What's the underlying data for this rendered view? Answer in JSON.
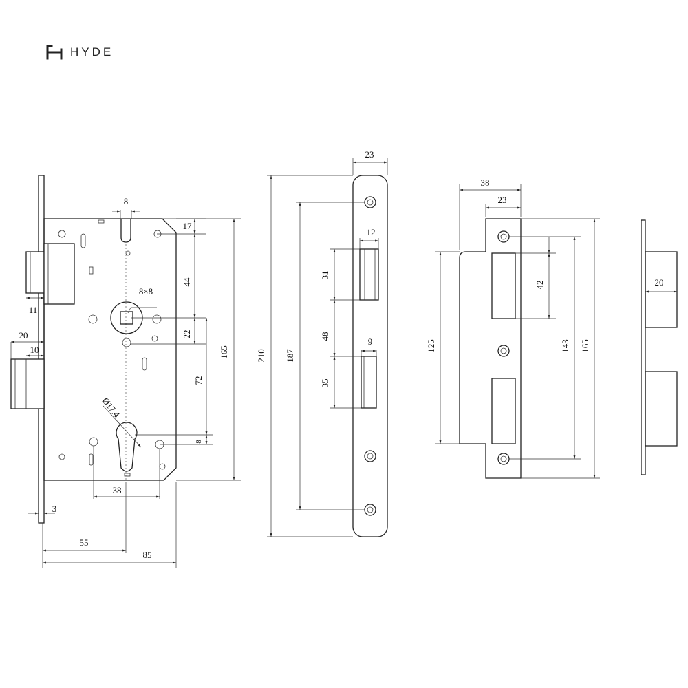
{
  "brand": {
    "name": "HYDE",
    "logo_icon": "h-monogram-icon"
  },
  "lock_body": {
    "dimensions": {
      "spindle_slot_width": "8",
      "top_to_spindle_offset": "17",
      "spindle_to_hub_distance": "44",
      "hub_to_next_hole": "22",
      "hub_to_cylinder_center": "72",
      "cylinder_center_to_hole": "8",
      "body_height": "165",
      "spindle_square": "8×8",
      "cylinder_diameter": "Ø17.4",
      "cylinder_fixing_spacing": "38",
      "backset": "55",
      "body_depth": "85",
      "faceplate_thickness": "3",
      "latch_projection": "11",
      "deadbolt_projection": "20",
      "deadbolt_inner": "10"
    }
  },
  "faceplate": {
    "dimensions": {
      "width": "23",
      "total_length": "210",
      "screw_spacing": "187",
      "latch_depth": "12",
      "latch_height": "31",
      "latch_to_bolt_gap": "48",
      "bolt_width": "9",
      "bolt_height": "35"
    }
  },
  "strike_plate": {
    "dimensions": {
      "overall_width": "38",
      "plate_width": "23",
      "latch_opening": "42",
      "lip_length": "125",
      "screw_spacing": "143",
      "plate_height": "165"
    }
  },
  "strike_box": {
    "dimensions": {
      "depth": "20"
    }
  }
}
